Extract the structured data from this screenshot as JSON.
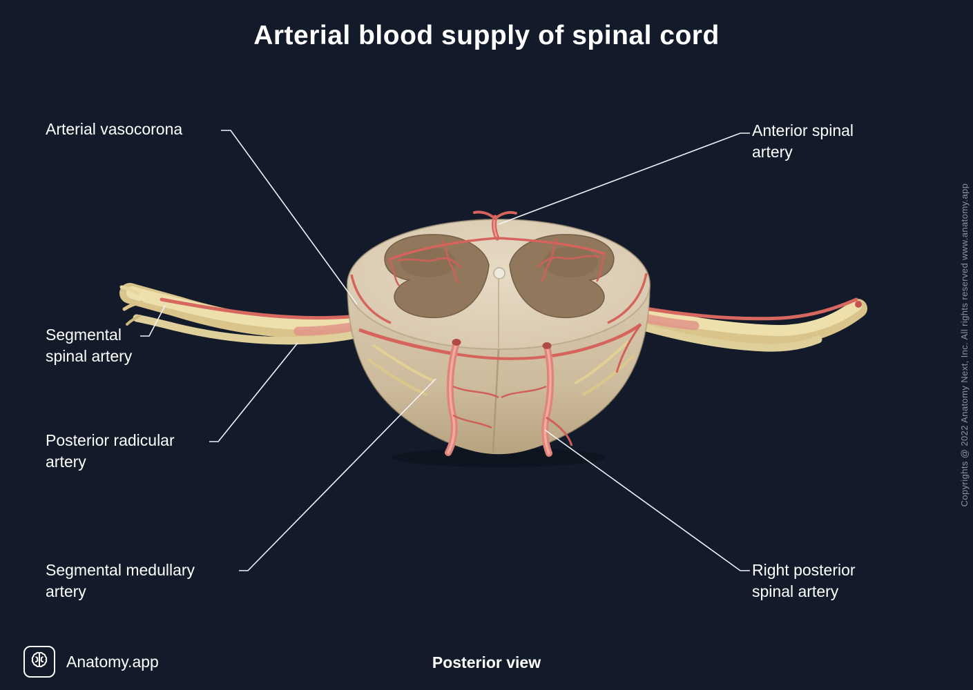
{
  "title": "Arterial blood supply of spinal cord",
  "caption": "Posterior view",
  "brand": {
    "name": "Anatomy.app"
  },
  "copyright": "Copyrights @ 2022 Anatomy Next, Inc. All rights reserved www.anatomy.app",
  "icons": {
    "brand_logo": "brain-icon"
  },
  "colors": {
    "background": "#131b2b",
    "text": "#ffffff",
    "leader_line": "#f2f4f7",
    "artery_red": "#d6645c",
    "artery_highlight": "#f0ab9f",
    "cord_cream": "#d9cab0",
    "gray_matter_brown": "#8e7458",
    "nerve_root_yellow": "#eadca9",
    "copyright_gray": "#8b93a4"
  },
  "labels": [
    {
      "id": "arterial-vasocorona",
      "text": "Arterial vasocorona",
      "side": "left"
    },
    {
      "id": "anterior-spinal-artery",
      "text": "Anterior spinal artery",
      "side": "right"
    },
    {
      "id": "segmental-spinal-artery",
      "text": "Segmental spinal artery",
      "side": "left"
    },
    {
      "id": "posterior-radicular-artery",
      "text": "Posterior radicular artery",
      "side": "left"
    },
    {
      "id": "segmental-medullary-artery",
      "text": "Segmental medullary artery",
      "side": "left"
    },
    {
      "id": "right-posterior-spinal-artery",
      "text": "Right posterior spinal artery",
      "side": "right"
    }
  ]
}
